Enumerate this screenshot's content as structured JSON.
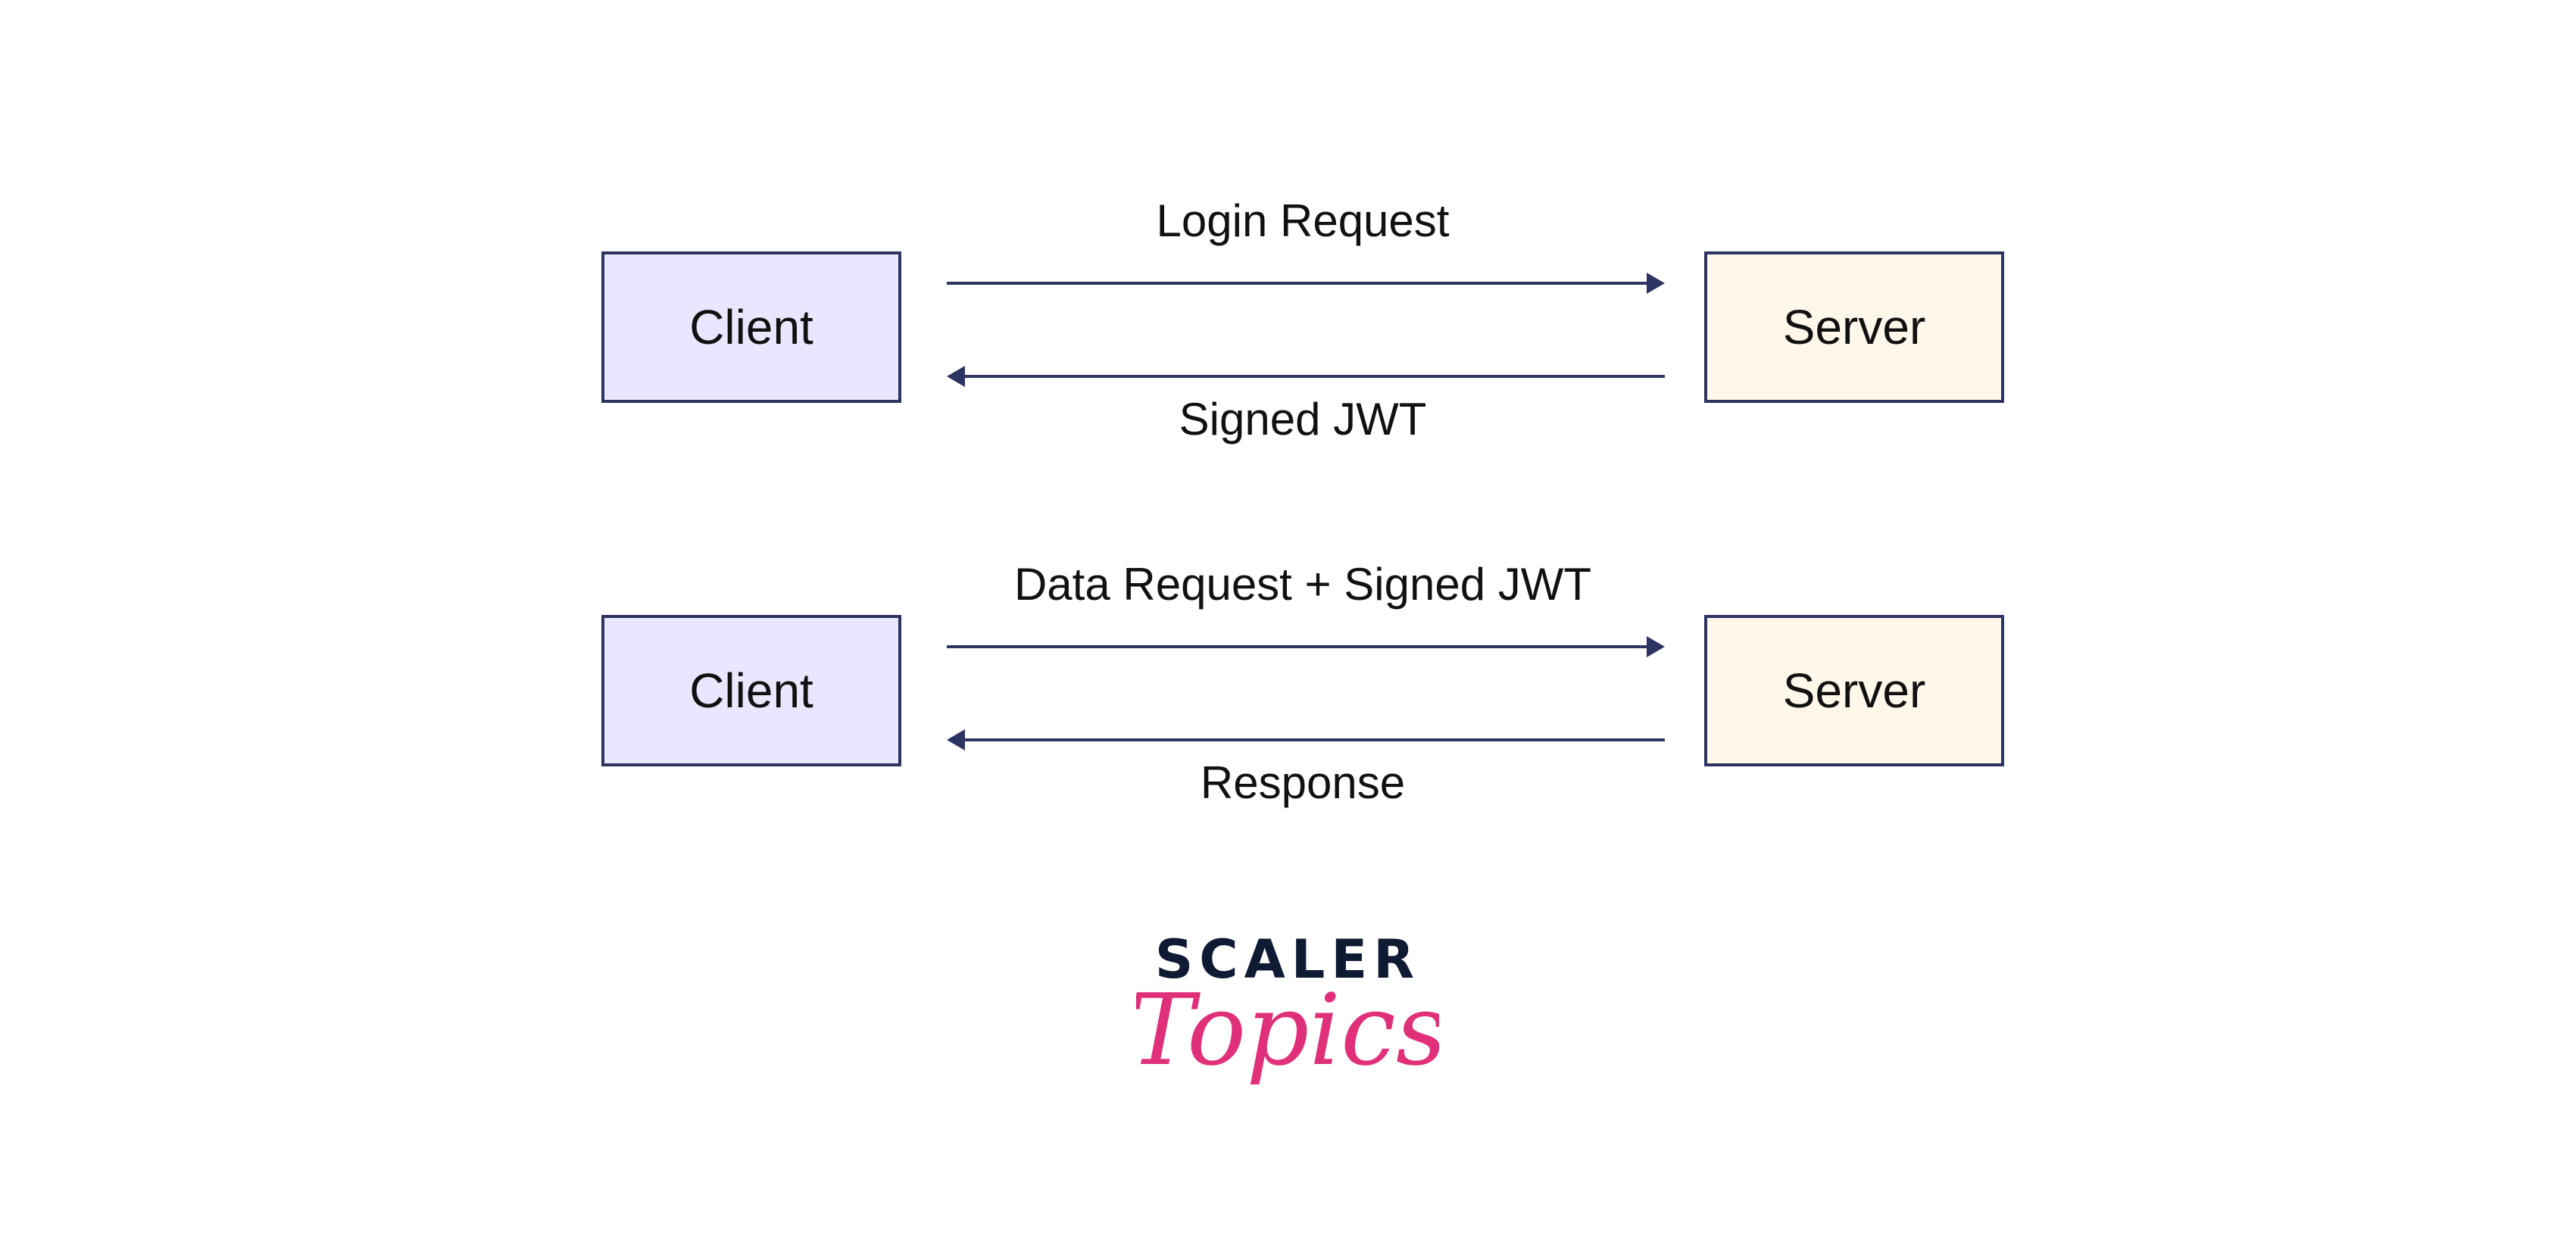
{
  "colors": {
    "border": "#2e3462",
    "arrow": "#2e3462",
    "client_fill": "#e8e7ff",
    "server_fill": "#fff7e9",
    "logo_dark": "#0f1a33",
    "logo_pink": "#e0307a"
  },
  "flows": [
    {
      "client_label": "Client",
      "server_label": "Server",
      "request_label": "Login Request",
      "response_label": "Signed JWT"
    },
    {
      "client_label": "Client",
      "server_label": "Server",
      "request_label": "Data Request + Signed JWT",
      "response_label": "Response"
    }
  ],
  "logo": {
    "top_text": "SCALER",
    "script_text": "Topics"
  }
}
